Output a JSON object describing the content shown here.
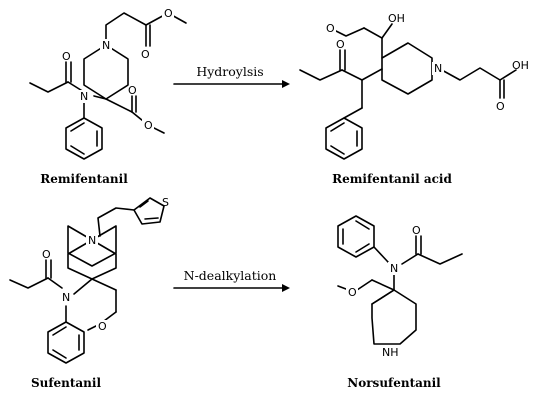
{
  "reactions": [
    {
      "id": "r1",
      "label": "Hydroylsis"
    },
    {
      "id": "r2",
      "label": "N-dealkylation"
    }
  ],
  "compounds": {
    "remifentanil": {
      "name": "Remifentanil"
    },
    "remifentanil_acid": {
      "name": "Remifentanil acid"
    },
    "sufentanil": {
      "name": "Sufentanil"
    },
    "norsufentanil": {
      "name": "Norsufentanil"
    }
  },
  "atoms": {
    "N": "N",
    "O": "O",
    "OH": "OH",
    "S": "S",
    "NH": "NH"
  },
  "colors": {
    "ink": "#000000",
    "background": "#ffffff"
  }
}
